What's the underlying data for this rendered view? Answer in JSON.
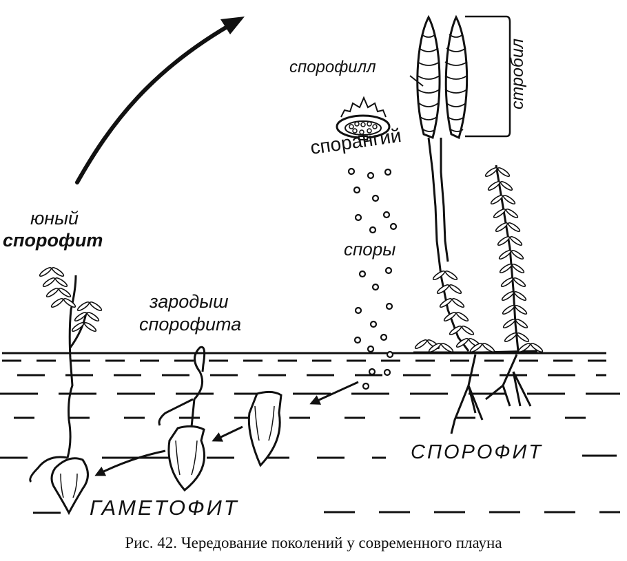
{
  "figure": {
    "caption": "Рис. 42. Чередование поколений у современного плауна",
    "labels": {
      "sporophyll": "спорофилл",
      "strobilus": "стробил",
      "sporangium": "спорангий",
      "spores": "споры",
      "young_sporophyte_line1": "юный",
      "young_sporophyte_line2": "спорофит",
      "embryo_line1": "зародыш",
      "embryo_line2": "спорофита",
      "sporophyte": "СПОРОФИТ",
      "gametophyte": "ГАМЕТОФИТ"
    },
    "colors": {
      "ink": "#111111",
      "background": "#ffffff"
    }
  }
}
